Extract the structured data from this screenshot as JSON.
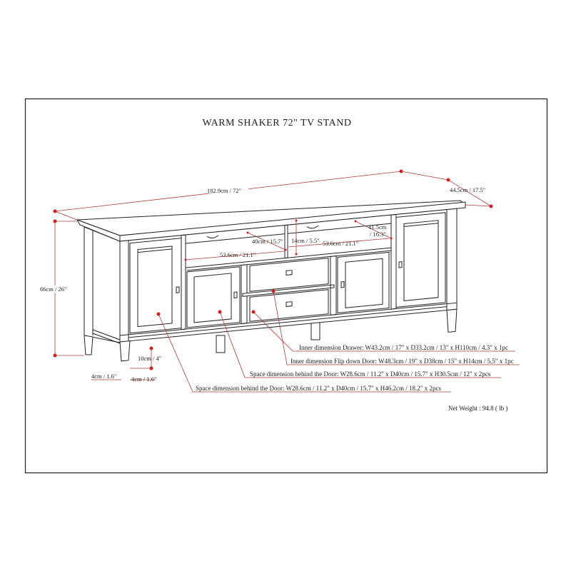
{
  "title": "WARM SHAKER 72\" TV STAND",
  "dimensions": {
    "width": "182.9cm / 72\"",
    "depth": "44.5cm / 17.5\"",
    "height": "66cm / 26\"",
    "leg_height": "10cm / 4\"",
    "leg_width_side": "4cm / 1.6\"",
    "leg_width_front": "4cm / 1.6\"",
    "shelf_depth": "40cm / 15.7\"",
    "shelf_height": "14cm / 5.5\"",
    "shelf_width_left": "53.6cm / 21.1\"",
    "shelf_width_right": "53.6cm / 21.1\"",
    "shelf_depth_right": "41.5cm",
    "shelf_depth_right_in": "/ 16.3\""
  },
  "callouts": [
    "Inner dimension Drawer: W43.2cm / 17\" x D33.2cm / 13\" x H110cm / 4.3\" x 1pc",
    "Inner dimension Flip down Door: W48.3cm / 19\" x D38cm / 15\" x H14cm / 5.5\" x 1pc",
    "Space dimension behind the Door: W28.6cm / 11.2\" x D40cm / 15.7\" x H30.5cm / 12\" x 2pcs",
    "Space dimension behind the Door:  W28.6cm / 11.2\" x D40cm / 15.7\" x H46.2cm / 18.2\" x 2pcs"
  ],
  "net_weight": "Net Weight : 94.8 ( lb )",
  "colors": {
    "dimension": "#b03a3a",
    "dot": "#d21f1f",
    "line": "#222222"
  }
}
